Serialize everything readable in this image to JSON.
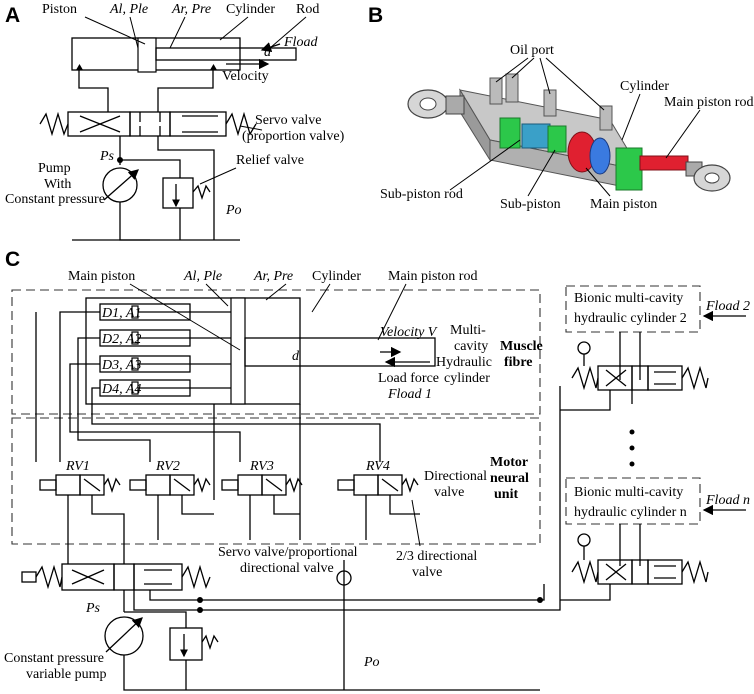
{
  "panel_a": {
    "letter": "A",
    "piston": "Piston",
    "al_ple": "Al, Ple",
    "ar_pre": "Ar, Pre",
    "cylinder": "Cylinder",
    "rod": "Rod",
    "fload": "Fload",
    "d": "d",
    "velocity": "Velocity",
    "servo_valve": "Servo valve",
    "proportion_valve": "(proportion valve)",
    "ps": "Ps",
    "pump1": "Pump",
    "pump2": "With",
    "pump3": "Constant pressure",
    "relief": "Relief valve",
    "po": "Po"
  },
  "panel_b": {
    "letter": "B",
    "oil_port": "Oil port",
    "cylinder": "Cylinder",
    "main_piston_rod": "Main piston rod",
    "sub_piston_rod": "Sub-piston rod",
    "sub_piston": "Sub-piston",
    "main_piston": "Main piston"
  },
  "panel_c": {
    "letter": "C",
    "main_piston": "Main piston",
    "al_ple": "Al, Ple",
    "ar_pre": "Ar, Pre",
    "cylinder": "Cylinder",
    "main_piston_rod": "Main piston rod",
    "d1": "D1, A1",
    "d2": "D2, A2",
    "d3": "D3, A3",
    "d4": "D4, A4",
    "d": "d",
    "velocity": "Velocity V",
    "multi1": "Multi-",
    "multi2": "cavity",
    "multi3": "Hydraulic",
    "multi4": "cylinder",
    "load1": "Load force",
    "load2": "Fload 1",
    "muscle1": "Muscle",
    "muscle2": "fibre",
    "rv1": "RV1",
    "rv2": "RV2",
    "rv3": "RV3",
    "rv4": "RV4",
    "directional1": "Directional",
    "directional2": "valve",
    "motor1": "Motor",
    "motor2": "neural",
    "motor3": "unit",
    "two_three1": "2/3 directional",
    "two_three2": "valve",
    "servo1": "Servo valve/proportional",
    "servo2": "directional valve",
    "ps": "Ps",
    "pump1": "Constant pressure",
    "pump2": "variable pump",
    "po": "Po",
    "bionic2a": "Bionic multi-cavity",
    "bionic2b": "hydraulic cylinder 2",
    "fload2": "Fload 2",
    "bionicna": "Bionic multi-cavity",
    "bionicnb": "hydraulic cylinder n",
    "floadn": "Fload n"
  }
}
